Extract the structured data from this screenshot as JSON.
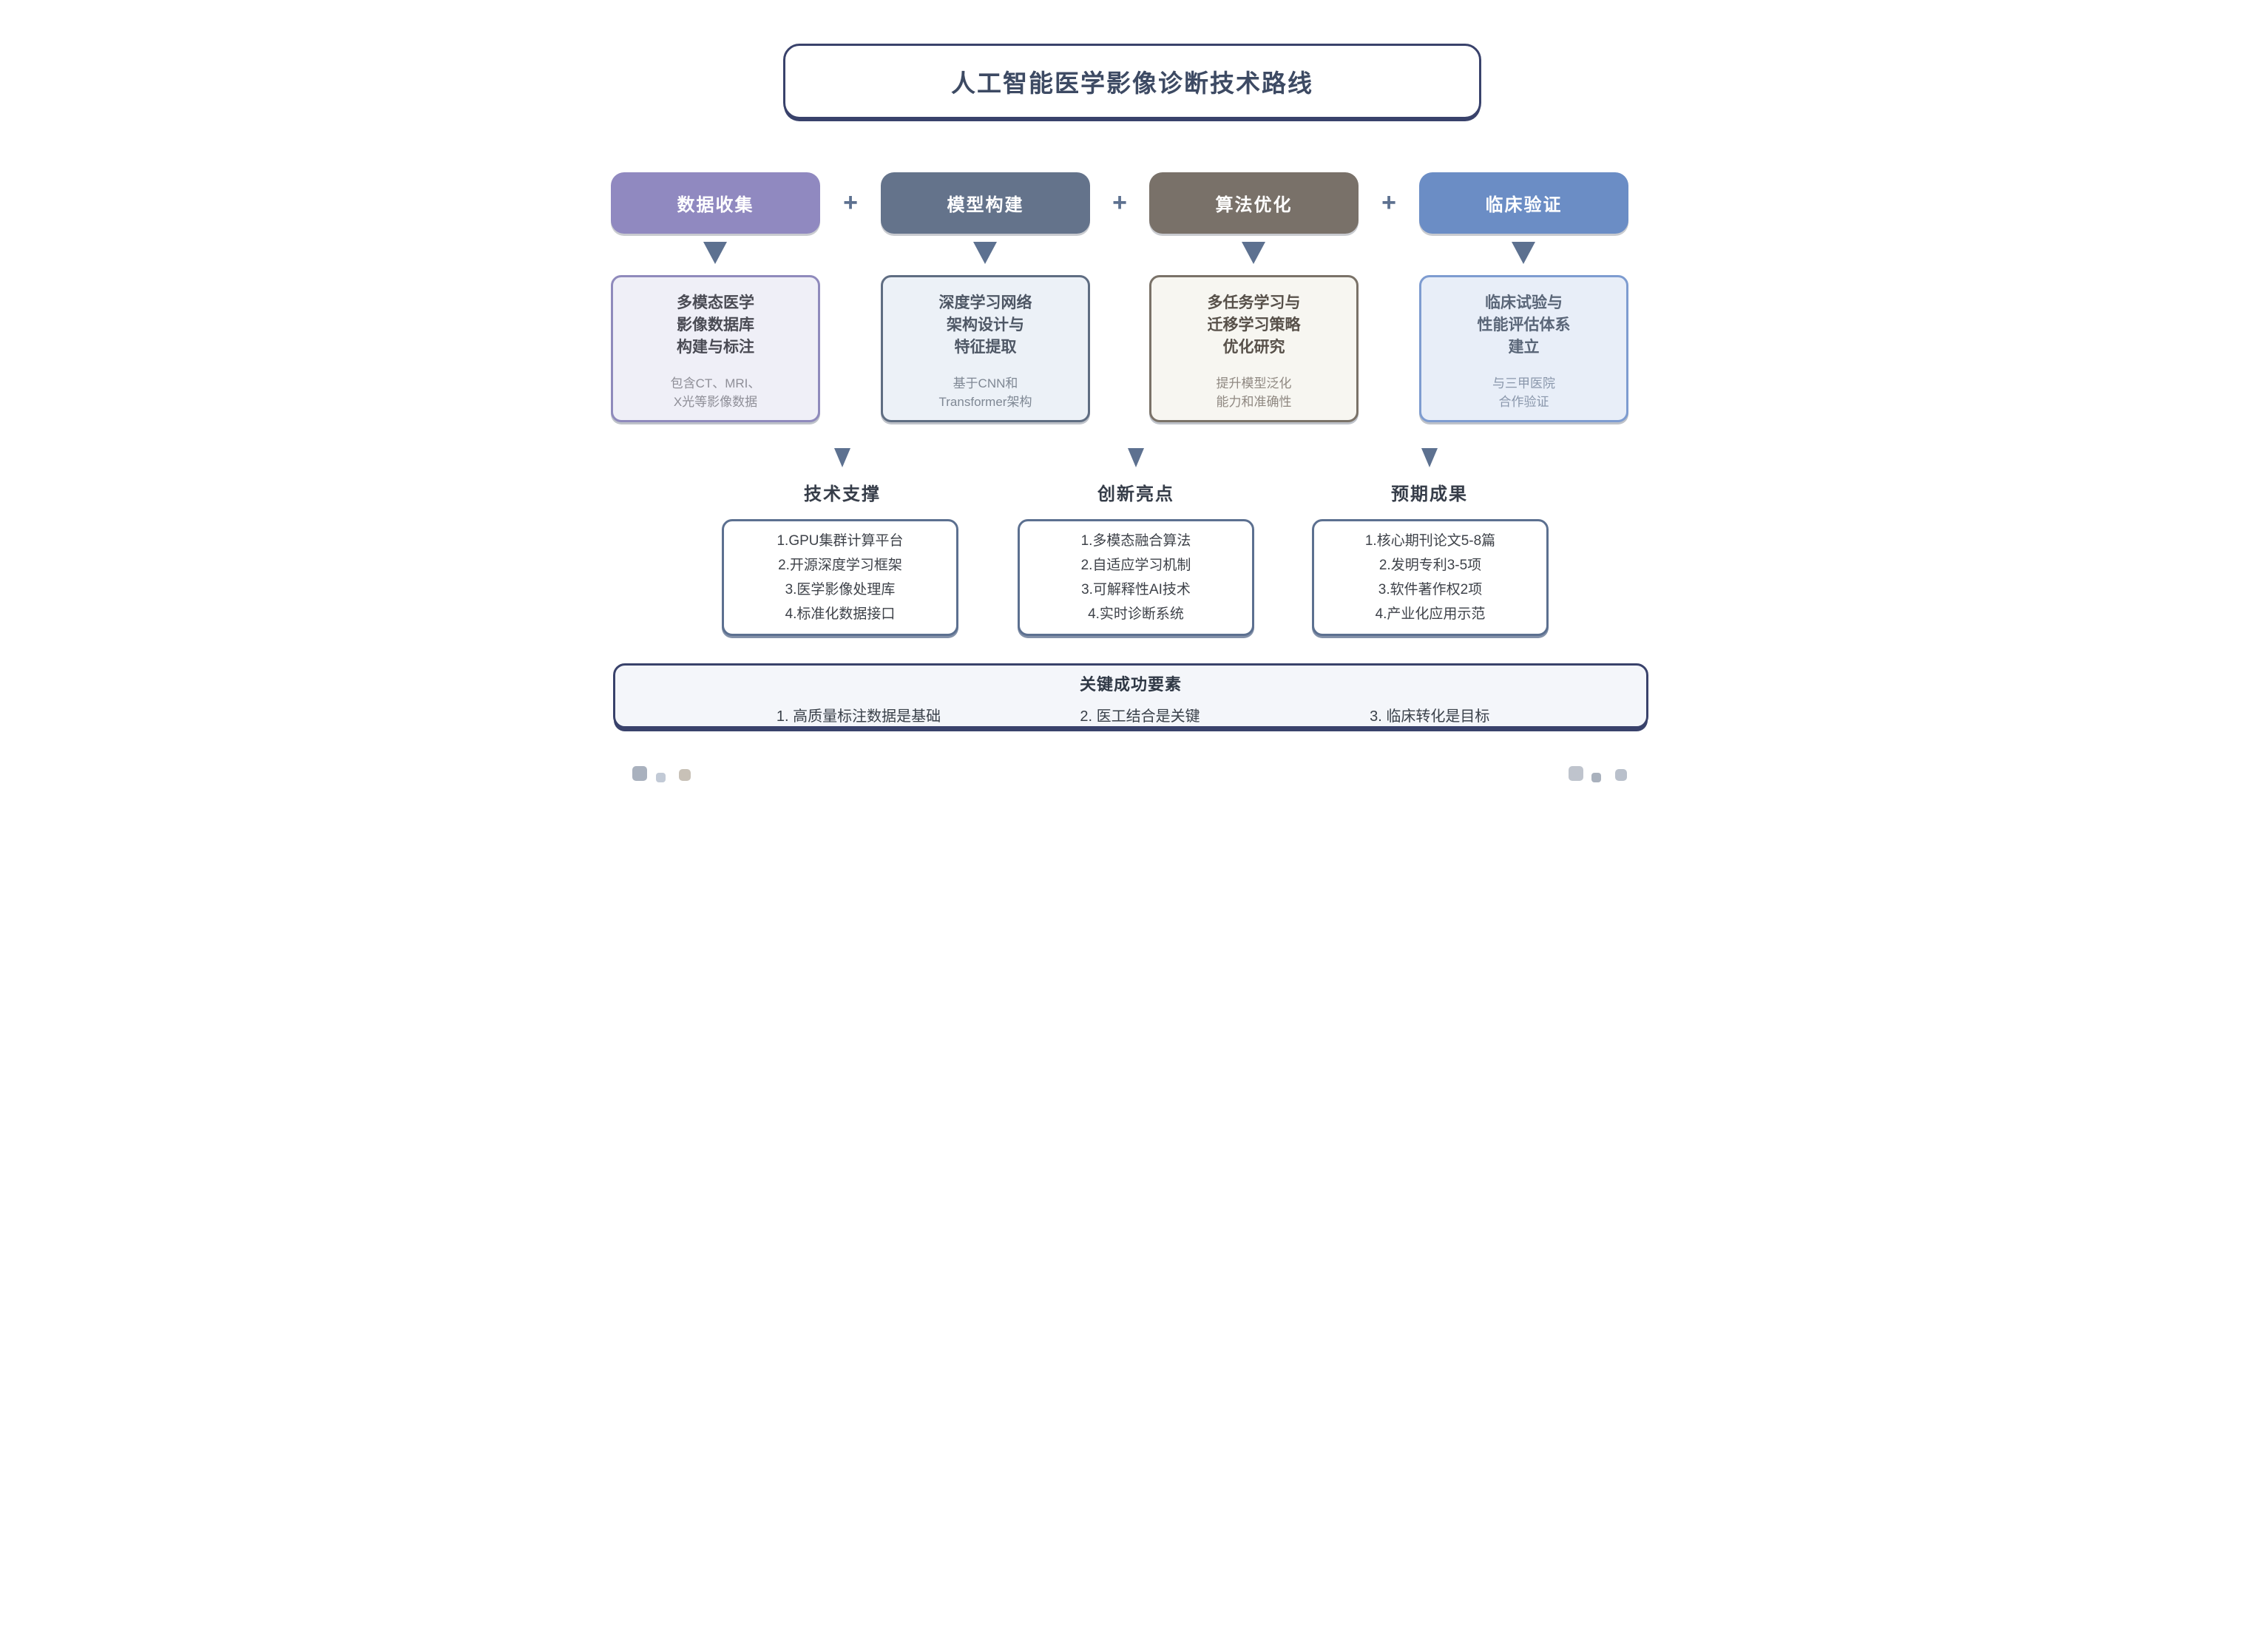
{
  "title": "人工智能医学影像诊断技术路线",
  "plus_sign": "+",
  "phases": [
    {
      "label": "数据收集",
      "color": "#9089C0",
      "detail_border": "#8F8ABC",
      "detail_fill": "#EFEFF7",
      "title_color": "#4A4B54",
      "sub_color": "#8F8F98",
      "detail_title_lines": [
        "多模态医学",
        "影像数据库",
        "构建与标注"
      ],
      "detail_sub_lines": [
        "包含CT、MRI、",
        "X光等影像数据"
      ]
    },
    {
      "label": "模型构建",
      "color": "#64738B",
      "detail_border": "#5F6D82",
      "detail_fill": "#ECF1F7",
      "title_color": "#4E5765",
      "sub_color": "#7F8894",
      "detail_title_lines": [
        "深度学习网络",
        "架构设计与",
        "特征提取"
      ],
      "detail_sub_lines": [
        "基于CNN和",
        "Transformer架构"
      ]
    },
    {
      "label": "算法优化",
      "color": "#797169",
      "detail_border": "#7A7268",
      "detail_fill": "#F7F6F1",
      "title_color": "#575049",
      "sub_color": "#8F8881",
      "detail_title_lines": [
        "多任务学习与",
        "迁移学习策略",
        "优化研究"
      ],
      "detail_sub_lines": [
        "提升模型泛化",
        "能力和准确性"
      ]
    },
    {
      "label": "临床验证",
      "color": "#6B8DC5",
      "detail_border": "#7E9CD0",
      "detail_fill": "#E8EEF8",
      "title_color": "#5A6678",
      "sub_color": "#8A97AB",
      "detail_title_lines": [
        "临床试验与",
        "性能评估体系",
        "建立"
      ],
      "detail_sub_lines": [
        "与三甲医院",
        "合作验证"
      ]
    }
  ],
  "sections": [
    {
      "label": "技术支撑",
      "items": [
        "1.GPU集群计算平台",
        "2.开源深度学习框架",
        "3.医学影像处理库",
        "4.标准化数据接口"
      ]
    },
    {
      "label": "创新亮点",
      "items": [
        "1.多模态融合算法",
        "2.自适应学习机制",
        "3.可解释性AI技术",
        "4.实时诊断系统"
      ]
    },
    {
      "label": "预期成果",
      "items": [
        "1.核心期刊论文5-8篇",
        "2.发明专利3-5项",
        "3.软件著作权2项",
        "4.产业化应用示范"
      ]
    }
  ],
  "footer": {
    "title": "关键成功要素",
    "items": [
      "1. 高质量标注数据是基础",
      "2. 医工结合是关键",
      "3. 临床转化是目标"
    ]
  },
  "colors": {
    "outline_navy": "#39426B",
    "arrow_plus": "#5D7190",
    "title_text": "#3D4A63",
    "section_label_text": "#363D49",
    "list_border": "#5C7090",
    "footer_fill": "#F4F6FA"
  },
  "decor": {
    "left_colors": [
      "#A9B1BE",
      "#C2CAD6",
      "#C8C1B7"
    ],
    "right_colors": [
      "#BFC4CD",
      "#A9B1BD",
      "#B9C0CB"
    ]
  }
}
